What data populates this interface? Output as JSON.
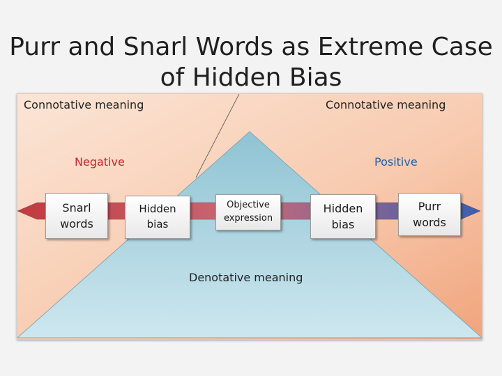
{
  "slide": {
    "title_line1": "Purr and Snarl Words as Extreme Case",
    "title_line2": "of Hidden Bias"
  },
  "diagram": {
    "top_left_label": "Connotative meaning",
    "top_right_label": "Connotative meaning",
    "negative_label": "Negative",
    "positive_label": "Positive",
    "bottom_label": "Denotative meaning",
    "boxes": {
      "snarl_line1": "Snarl",
      "snarl_line2": "words",
      "hidden_left_line1": "Hidden",
      "hidden_left_line2": "bias",
      "objective_line1": "Objective",
      "objective_line2": "expression",
      "hidden_right_line1": "Hidden",
      "hidden_right_line2": "bias",
      "purr_line1": "Purr",
      "purr_line2": "words"
    },
    "colors": {
      "negative": "#c0272d",
      "positive": "#1f5fa8",
      "arrow_left": "#c23a3d",
      "arrow_right": "#3a5fb0",
      "triangle": "#a9d4e0",
      "background_top": "#f5b99a"
    }
  }
}
